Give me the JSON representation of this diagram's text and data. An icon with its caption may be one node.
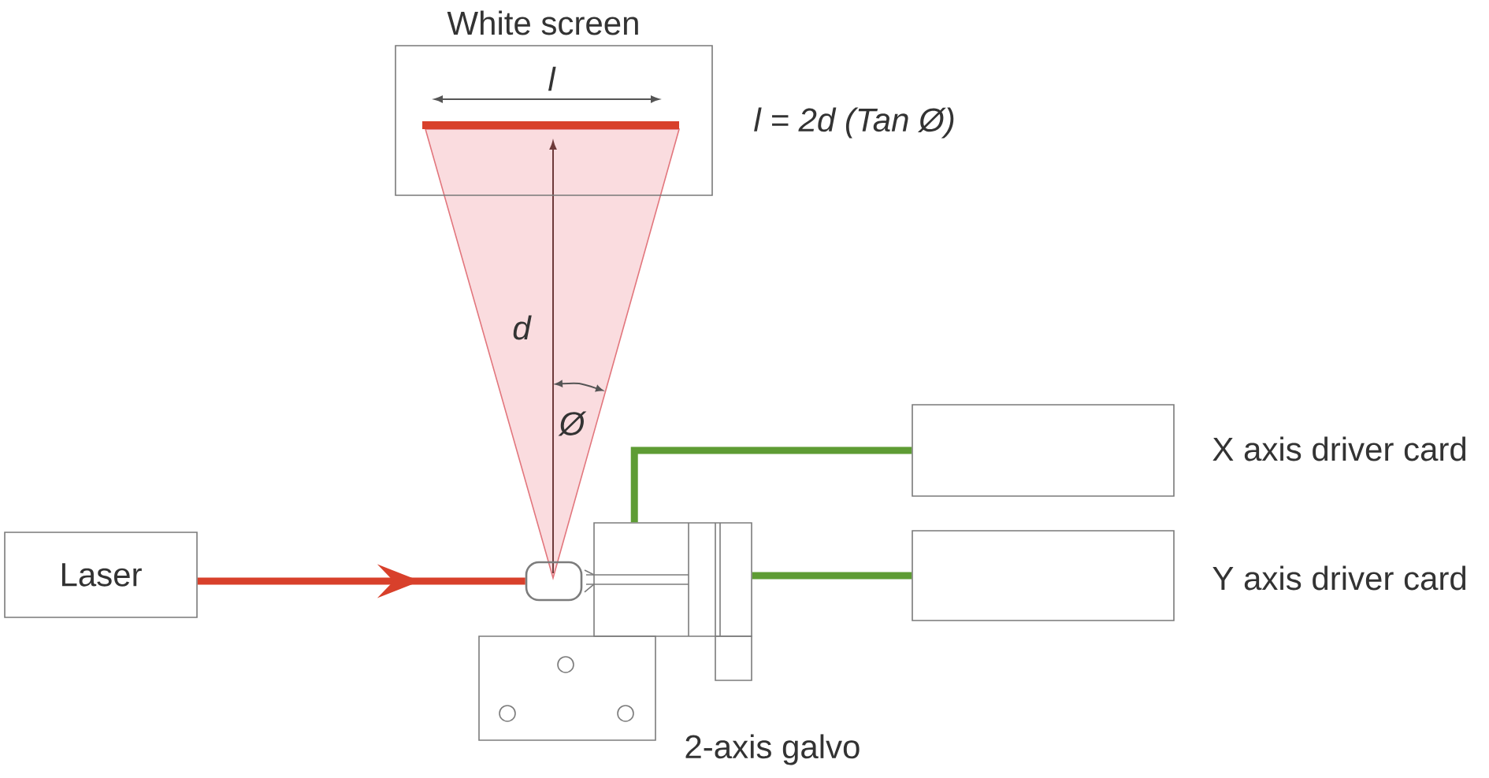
{
  "diagram": {
    "nodes": [
      {
        "text": [
          "White screen"
        ]
      },
      {
        "text": [
          "Laser"
        ]
      },
      {
        "text": [],
        "shape": "box"
      },
      {
        "text": [
          "X axis driver card"
        ]
      },
      {
        "text": [
          "Y axis driver card"
        ]
      },
      {
        "text": [
          "2-axis galvo"
        ]
      }
    ],
    "edges": [
      {
        "from": 1,
        "to": 2,
        "arrow": "to",
        "color": "#d8402b"
      },
      {
        "from": 5,
        "to": 3,
        "arrow": "none"
      },
      {
        "from": 5,
        "to": 4,
        "arrow": "none"
      }
    ],
    "labels": [
      "l",
      "l = 2d (Tan Ø)",
      "d",
      "Ø"
    ]
  }
}
